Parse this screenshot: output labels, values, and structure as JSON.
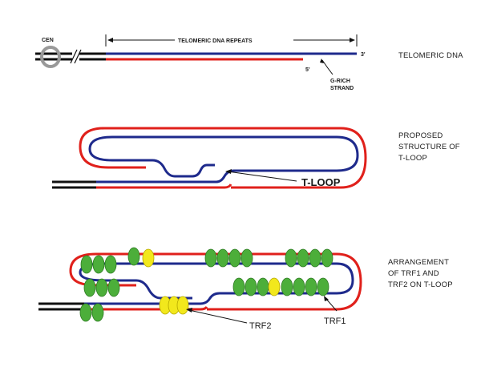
{
  "labels": {
    "cen": "CEN",
    "repeats": "TELOMERIC DNA REPEATS",
    "three_prime": "3'",
    "five_prime": "5'",
    "g_rich_1": "G-RICH",
    "g_rich_2": "STRAND",
    "telomeric_dna": "TELOMERIC DNA",
    "proposed_1": "PROPOSED",
    "proposed_2": "STRUCTURE OF",
    "proposed_3": "T-LOOP",
    "tloop": "T-LOOP",
    "arr_1": "ARRANGEMENT",
    "arr_2": "OF TRF1 AND",
    "arr_3": "TRF2 ON T-LOOP",
    "trf2": "TRF2",
    "trf1": "TRF1"
  },
  "colors": {
    "blue_strand": "#1e2a8c",
    "red_strand": "#e0201b",
    "black_strand": "#111111",
    "trf1_green": "#4cae3a",
    "trf2_yellow": "#f2e81c",
    "centromere": "#999999"
  }
}
